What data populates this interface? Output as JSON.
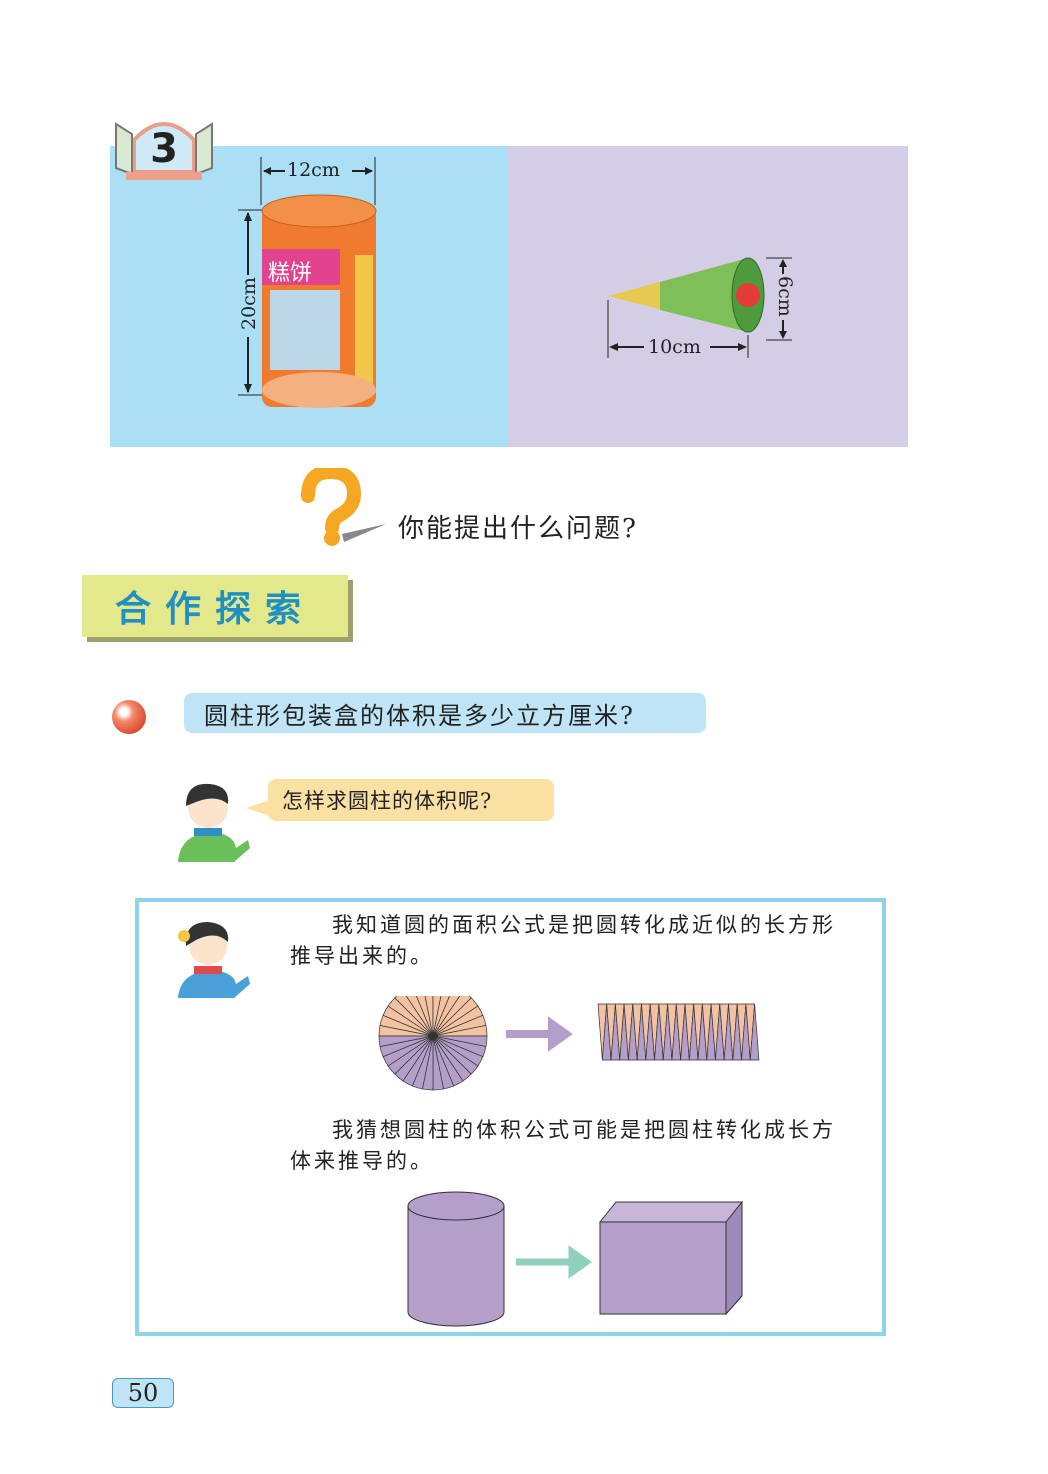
{
  "lesson_number": "3",
  "figure": {
    "can_label": "糕饼",
    "can_width": "12cm",
    "can_height": "20cm",
    "cone_length": "10cm",
    "cone_diameter": "6cm"
  },
  "prompt_question": "你能提出什么问题?",
  "section_title": "合作探索",
  "question": "圆柱形包装盒的体积是多少立方厘米?",
  "boy_speech": "怎样求圆柱的体积呢?",
  "box": {
    "para1": "我知道圆的面积公式是把圆转化成近似的长方形推导出来的。",
    "para2": "我猜想圆柱的体积公式可能是把圆柱转化成长方体来推导的。"
  },
  "page_number": "50",
  "colors": {
    "panel_left": "#aadff5",
    "panel_right": "#d4cde6",
    "accent": "#1f8fc4",
    "shape": "#b49fcb",
    "peach": "#f3c2a2"
  }
}
